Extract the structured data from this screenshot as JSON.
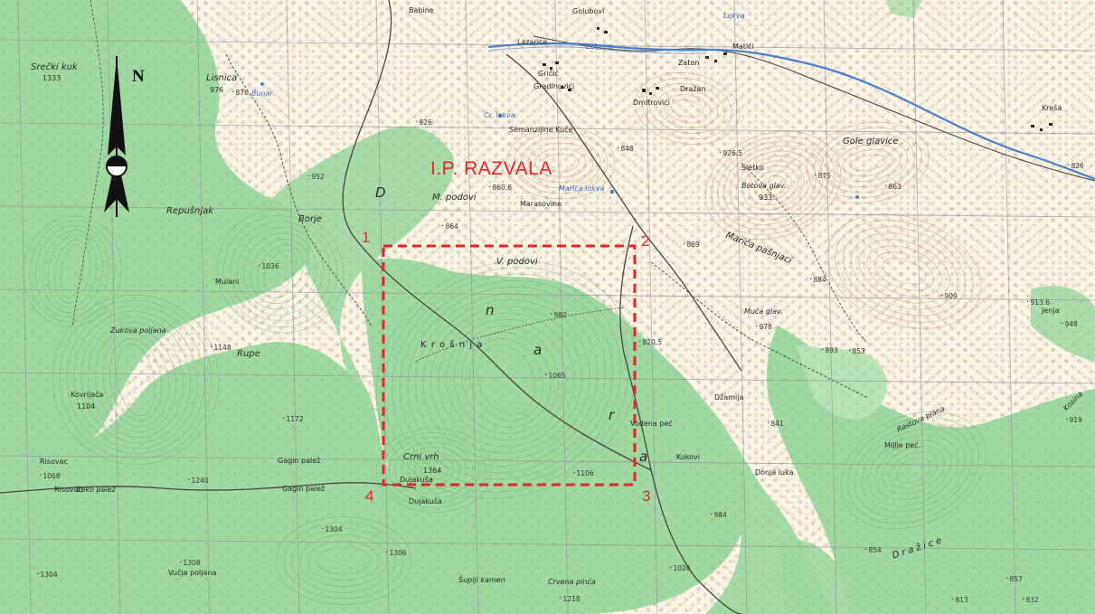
{
  "map": {
    "area_title": "I.P. RAZVALA",
    "north_label": "N",
    "corners": [
      "1",
      "2",
      "3",
      "4"
    ],
    "colors": {
      "paper": "#fbf3e6",
      "forest": "#9fd8a0",
      "forest_dark": "#86c98a",
      "contour": "#c9a88a",
      "grid": "#8f8f94",
      "road": "#4b4440",
      "water": "#4a7fc9",
      "highlight": "#e0282a"
    },
    "labels": {
      "srecki_kuk": "Srečki kuk",
      "srecki_alt": "1333",
      "babine": "Babine",
      "golubovi": "Golubovi",
      "lazarice": "Lazarice",
      "gracic": "Gričić",
      "zaton": "Zaton",
      "matici": "Matići",
      "drazan": "Dražan",
      "dmitrovici": "Dmitrovići",
      "gradinovici": "Gradinovići",
      "lokva_brcka": "Lokva",
      "lokvica": "Lokvice",
      "kresa": "Kreša",
      "lisnica": "Lisnica",
      "lisnica_alt": "976",
      "bunar": "Bunar",
      "crna_lokva": "Cr. lokva",
      "semanzijine_kuce": "Semanzijine Kuće",
      "m_podovi": "M. podovi",
      "marica_lokva": "Marica lokva",
      "marasovine": "Marasovine",
      "v_podovi": "V. podovi",
      "krosnja": "K r o š n j a",
      "gagin_palez1": "Gagin palež",
      "gagin_palez2": "Gagin palež",
      "risovac1": "Risovac",
      "risovac2": "Risovac",
      "dujakusa1": "Dujakuša",
      "dujakusa2": "Dujakuša",
      "crni_vrh": "Crni vrh",
      "crni_vrh_alt": "1364",
      "borje": "Borje",
      "repusnjak": "Repušnjak",
      "mulani": "Mulani",
      "rupe": "Rupe",
      "kovrljaca": "Kovrljača",
      "kovrljaca_alt": "1104",
      "zukova_poljana": "Zukova poljana",
      "gole_glavice": "Gole glavice",
      "botova_glav": "Botova glav.",
      "botova_alt": "933",
      "sletko": "Sletko",
      "marica_pasn": "Marića pašnjaci",
      "muca_glav": "Muća glav.",
      "dzamija": "Džamija",
      "dujina_luka": "Donja luka",
      "kokovi": "Kokovi",
      "rastova_pl": "Rastova plana",
      "mijlje_pes": "Mijlje peć.",
      "drazice": "D r a ž i c e",
      "suplji_kamen": "Šuplji kamen",
      "crvena_pinca": "Crvena pinća",
      "vucja_poljana": "Vučja poljana",
      "kokovi_pec": "Vodena peć",
      "jenja": "Jenja",
      "kosina": "Kosina",
      "palez": "Zeko palež"
    },
    "peaks": [
      "876",
      "952",
      "926",
      "860.6",
      "848",
      "926.5",
      "875",
      "863",
      "864",
      "1036",
      "884",
      "869",
      "980",
      "820.5",
      "1065",
      "1148",
      "1172",
      "1240",
      "1068",
      "1304",
      "1306",
      "1308",
      "1304",
      "1106",
      "1218",
      "1026",
      "984",
      "854",
      "893",
      "978",
      "841",
      "909",
      "919",
      "913.6",
      "948",
      "857",
      "853",
      "826",
      "813",
      "832"
    ],
    "big_letters": [
      "D",
      "n",
      "a",
      "r",
      "a"
    ]
  }
}
